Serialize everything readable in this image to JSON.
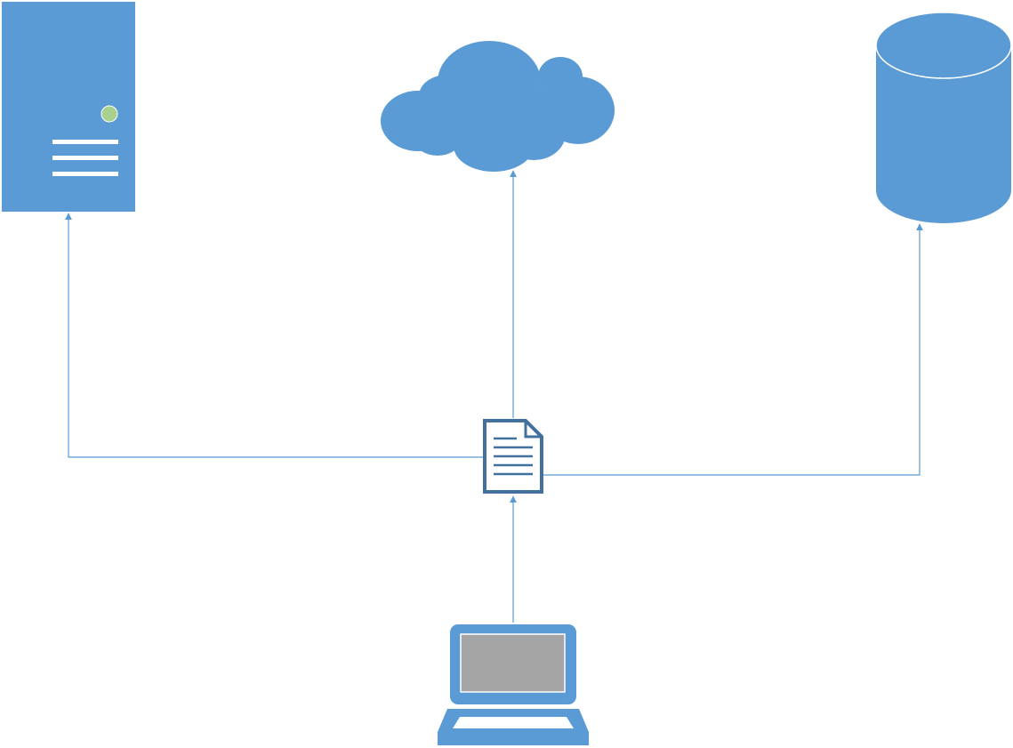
{
  "diagram": {
    "nodes": [
      {
        "id": "server",
        "icon": "server-icon"
      },
      {
        "id": "cloud",
        "icon": "cloud-icon"
      },
      {
        "id": "database",
        "icon": "database-icon"
      },
      {
        "id": "document",
        "icon": "document-icon"
      },
      {
        "id": "laptop",
        "icon": "laptop-icon"
      }
    ],
    "edges": [
      {
        "from": "document",
        "to": "server"
      },
      {
        "from": "document",
        "to": "cloud"
      },
      {
        "from": "document",
        "to": "database"
      },
      {
        "from": "laptop",
        "to": "document"
      }
    ]
  },
  "colors": {
    "shape_fill": "#5b9bd5",
    "connector": "#5b9bd5",
    "document_stroke": "#41719c",
    "server_led": "#a9d18e",
    "laptop_screen": "#a5a5a5",
    "background": "#ffffff"
  }
}
